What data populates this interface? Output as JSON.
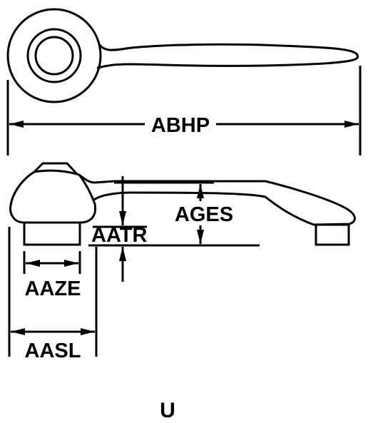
{
  "diagram": {
    "dimensions": {
      "overall_length": "ABHP",
      "height": "AGES",
      "clearance": "AATR",
      "stem_diameter": "AAZE",
      "base_width": "AASL"
    },
    "variant_letter": "U",
    "colors": {
      "line": "#000000",
      "background": "#ffffff"
    }
  }
}
